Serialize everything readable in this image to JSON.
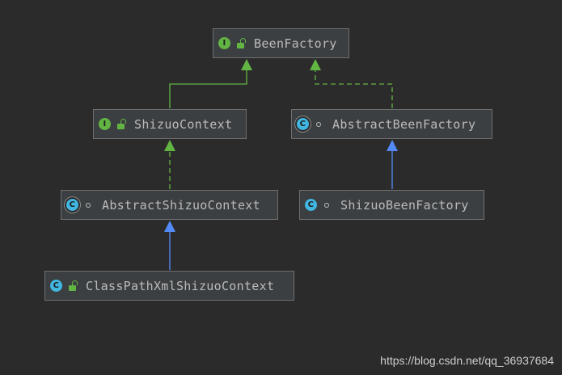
{
  "diagram": {
    "nodes": [
      {
        "id": "bf",
        "name": "BeenFactory",
        "kind": "interface",
        "kind_letter": "I",
        "modifier": "public-lock-icon"
      },
      {
        "id": "sc",
        "name": "ShizuoContext",
        "kind": "interface",
        "kind_letter": "I",
        "modifier": "public-lock-icon"
      },
      {
        "id": "abf",
        "name": "AbstractBeenFactory",
        "kind": "abstract-class",
        "kind_letter": "C",
        "modifier": "package-private-dot-icon"
      },
      {
        "id": "asc",
        "name": "AbstractShizuoContext",
        "kind": "abstract-class",
        "kind_letter": "C",
        "modifier": "package-private-dot-icon"
      },
      {
        "id": "sbf",
        "name": "ShizuoBeenFactory",
        "kind": "class",
        "kind_letter": "C",
        "modifier": "package-private-dot-icon"
      },
      {
        "id": "cpx",
        "name": "ClassPathXmlShizuoContext",
        "kind": "class",
        "kind_letter": "C",
        "modifier": "public-lock-icon"
      }
    ],
    "edges": [
      {
        "from": "sc",
        "to": "bf",
        "relation": "extends"
      },
      {
        "from": "abf",
        "to": "bf",
        "relation": "implements"
      },
      {
        "from": "asc",
        "to": "sc",
        "relation": "implements"
      },
      {
        "from": "sbf",
        "to": "abf",
        "relation": "extends"
      },
      {
        "from": "cpx",
        "to": "asc",
        "relation": "extends"
      }
    ]
  },
  "colors": {
    "background": "#2b2b2b",
    "interface_edge": "#62b543",
    "class_edge": "#548af7",
    "node_fill": "#3c3f41",
    "node_border": "#6e6e6e"
  },
  "watermark": "https://blog.csdn.net/qq_36937684"
}
